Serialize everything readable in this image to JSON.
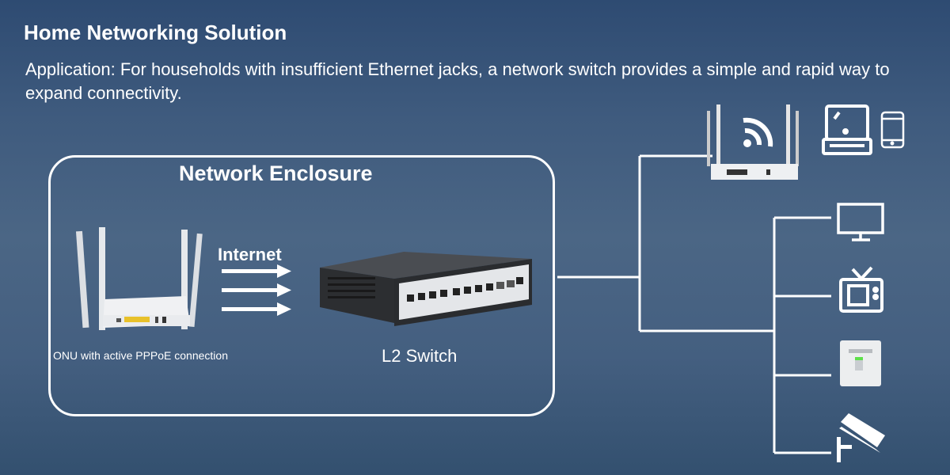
{
  "header": {
    "title": "Home Networking Solution",
    "description": "Application: For households with insufficient Ethernet jacks, a network switch provides a simple and rapid way to expand connectivity."
  },
  "enclosure": {
    "title": "Network Enclosure",
    "internet_label": "Internet",
    "onu_caption": "ONU with active PPPoE connection",
    "switch_caption": "L2 Switch"
  },
  "devices": {
    "wireless": [
      "wifi-router",
      "wifi-signal",
      "laptop",
      "smartphone"
    ],
    "wired": [
      "monitor",
      "television",
      "ethernet-wall-jack",
      "security-camera"
    ]
  },
  "colors": {
    "background_top": "#2e4b72",
    "background_mid": "#4b6685",
    "line": "#ffffff",
    "port_yellow": "#e8c12a",
    "jack_green": "#5ee04a"
  }
}
